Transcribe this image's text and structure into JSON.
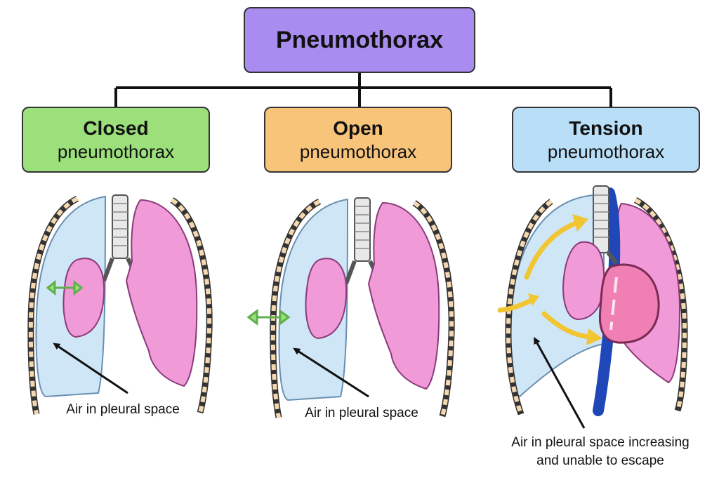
{
  "title": "Pneumothorax",
  "types": [
    {
      "name": "Closed",
      "sub": "pneumothorax",
      "color": "#9be07a"
    },
    {
      "name": "Open",
      "sub": "pneumothorax",
      "color": "#f8c47a"
    },
    {
      "name": "Tension",
      "sub": "pneumothorax",
      "color": "#b9def7"
    }
  ],
  "captions": {
    "closed": "Air in pleural space",
    "open": "Air in pleural space",
    "tension_line1": "Air in pleural space increasing",
    "tension_line2": "and unable to escape"
  },
  "colors": {
    "title_box": "#a98cf0",
    "pleural_air": "#cfe6f7",
    "lung": "#f09ad8",
    "heart": "#f07fb4",
    "vein": "#1f47b8",
    "arrow_green": "#9be07a",
    "arrow_yellow": "#f2c533"
  }
}
